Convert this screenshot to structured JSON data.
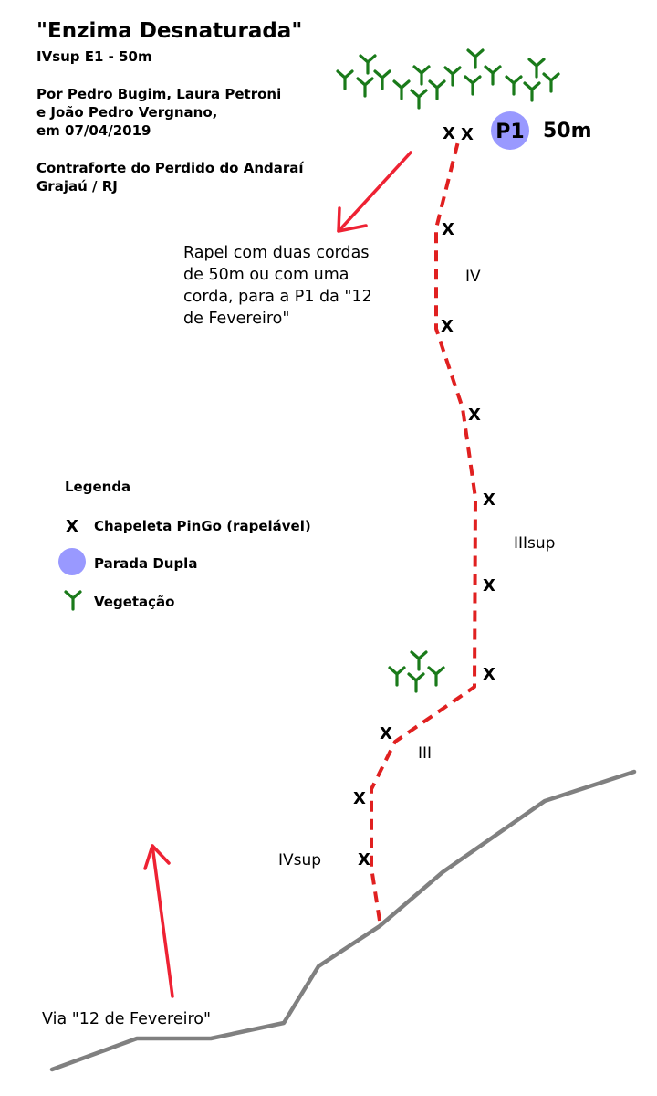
{
  "header": {
    "title": "\"Enzima Desnaturada\"",
    "grade": "IVsup E1 - 50m",
    "authors_line1": "Por Pedro Bugim, Laura Petroni",
    "authors_line2": "e João Pedro Vergnano,",
    "date_line": "em 07/04/2019",
    "location_line1": "Contraforte do Perdido do Andaraí",
    "location_line2": "Grajaú / RJ"
  },
  "anchor": {
    "label": "P1",
    "length": "50m",
    "color": "#9999ff"
  },
  "bolt_symbol": "X",
  "pitch_grades": {
    "upper": "IV",
    "middle": "IIIsup",
    "ledge": "III",
    "lower": "IVsup"
  },
  "rappel_note": [
    "Rapel com duas cordas",
    "de 50m ou com uma",
    "corda, para a P1 da \"12",
    "de Fevereiro\""
  ],
  "neighbor_route": "Via \"12 de Fevereiro\"",
  "legend": {
    "title": "Legenda",
    "bolt": "Chapeleta PinGo (rapelável)",
    "anchor": "Parada Dupla",
    "vegetation": "Vegetação"
  },
  "colors": {
    "route": "#e02020",
    "arrow": "#ee2233",
    "ground": "#808080",
    "vegetation": "#1a7a1a",
    "anchor": "#9999ff"
  },
  "icons": {
    "vegetation": "vegetation-tuft-icon",
    "anchor": "double-anchor-circle-icon",
    "bolt": "bolt-x-icon"
  }
}
